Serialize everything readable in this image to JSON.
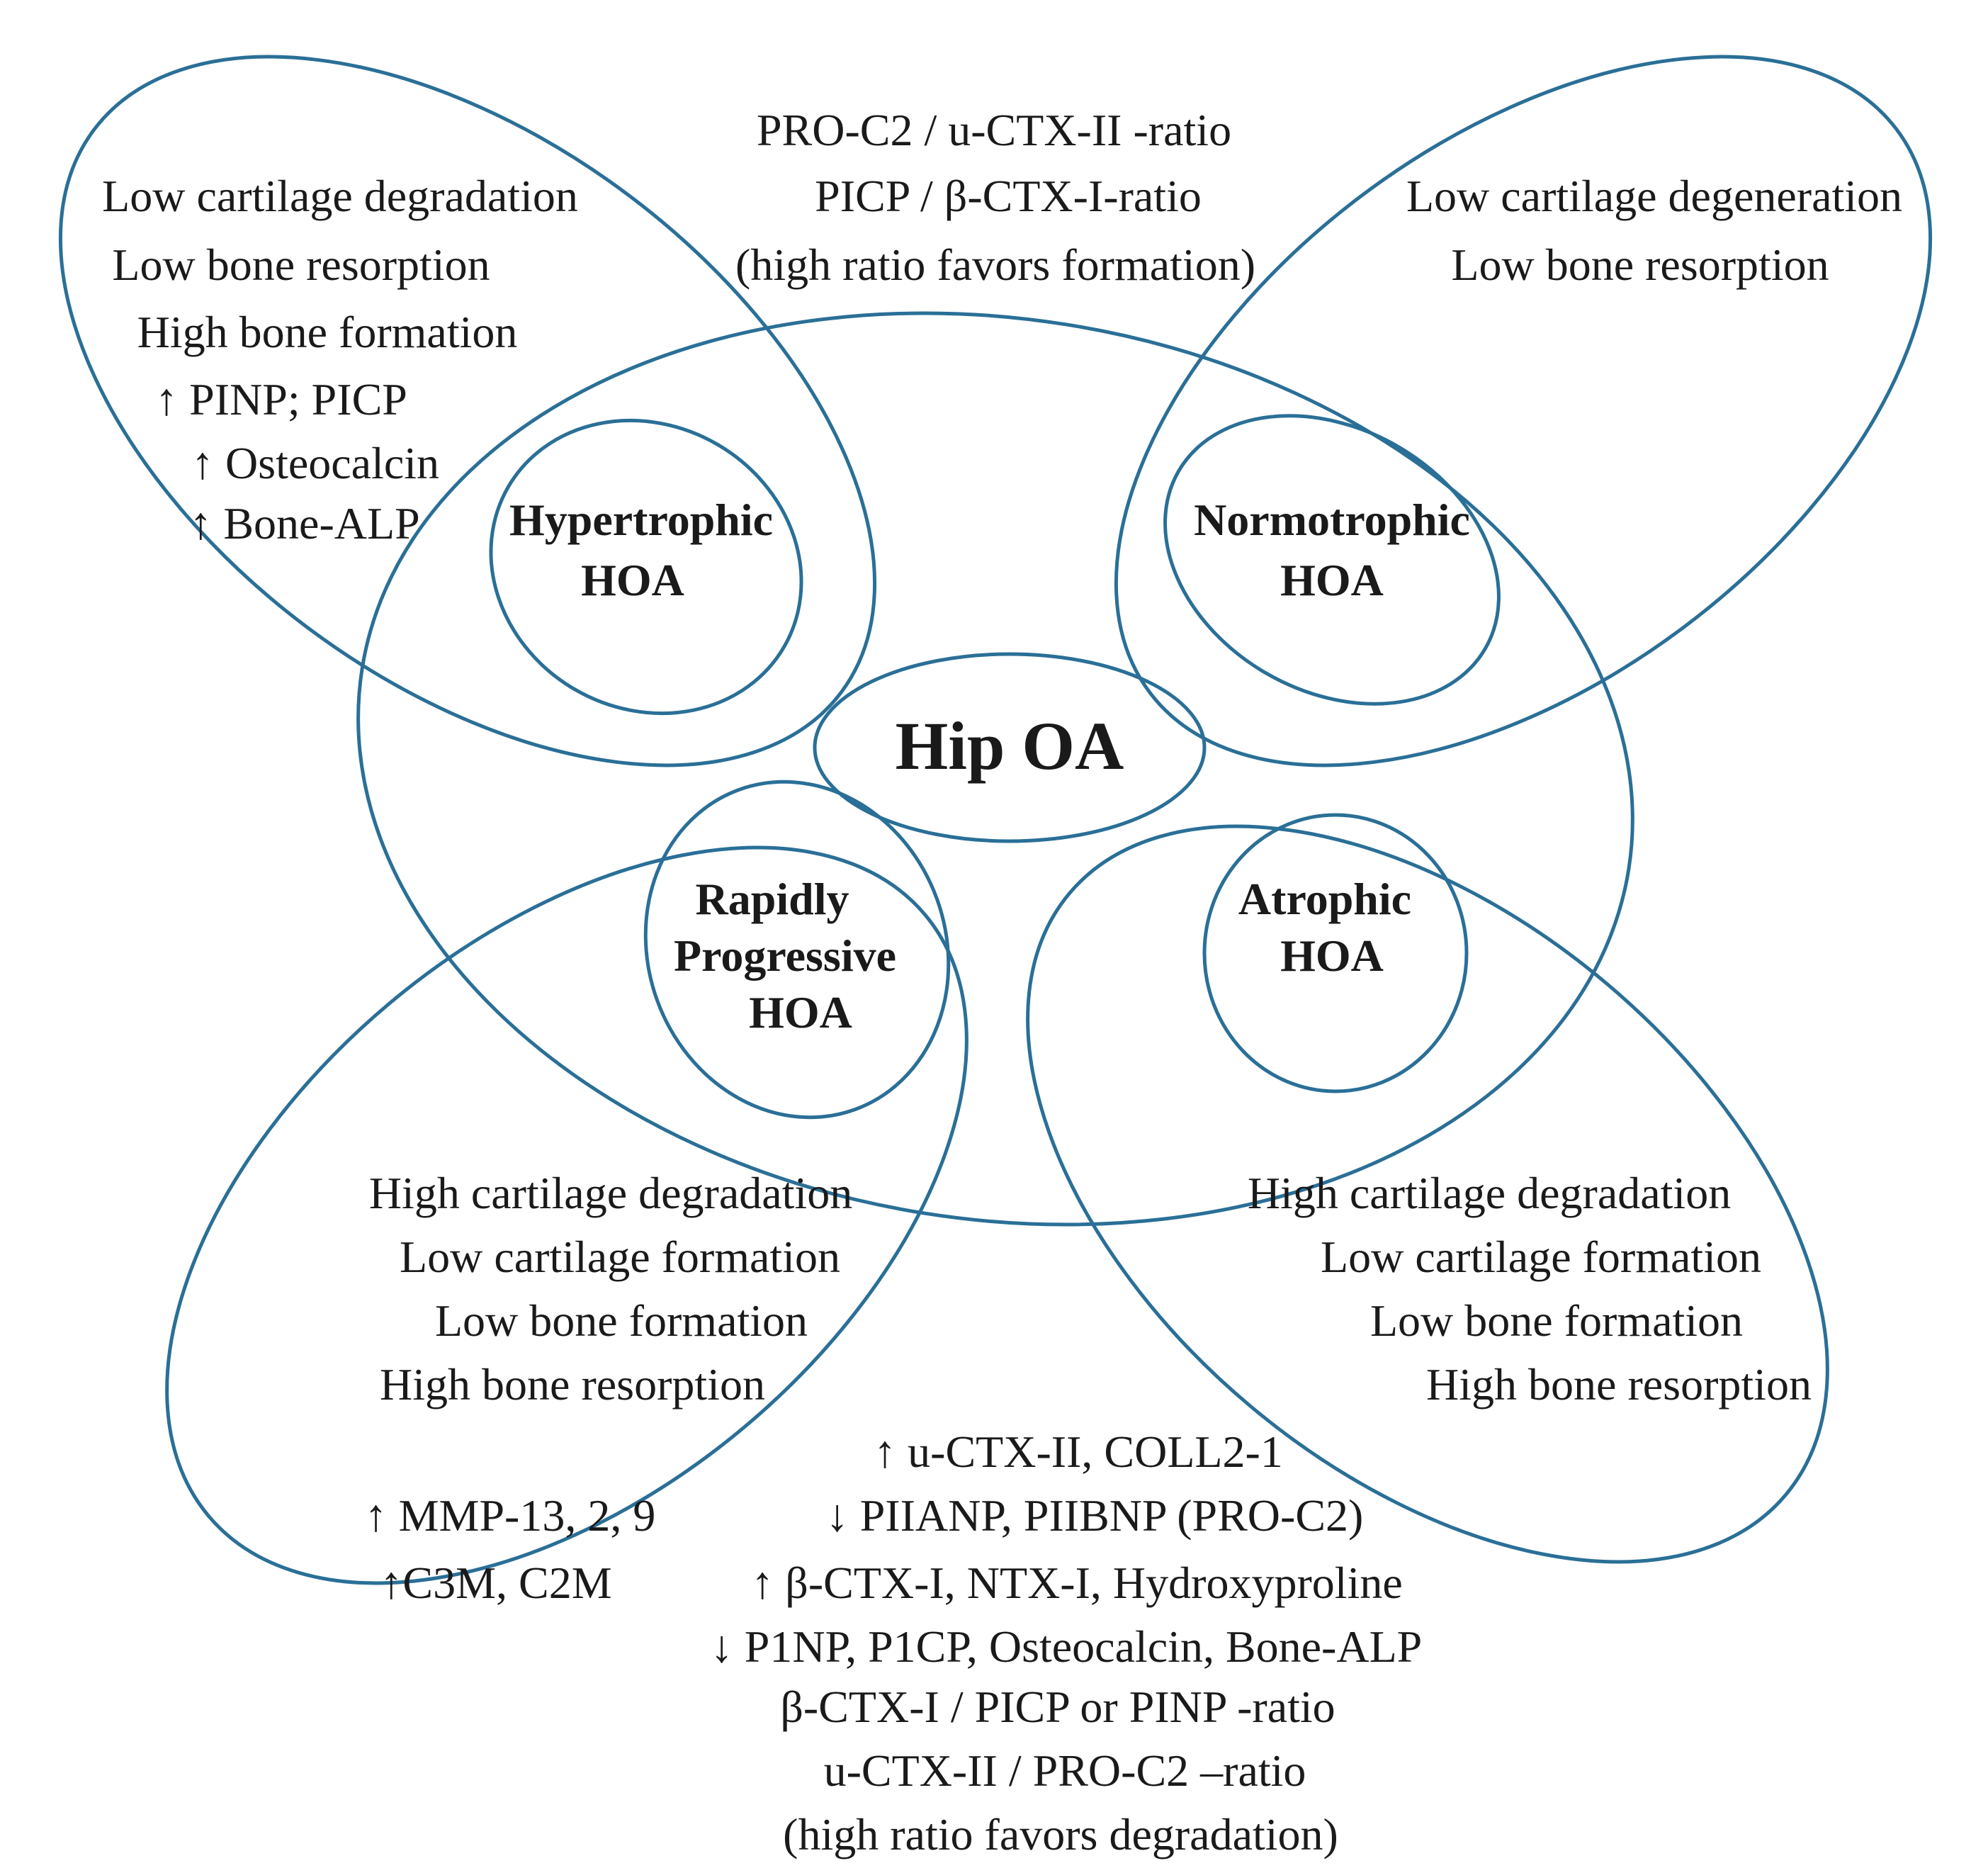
{
  "colors": {
    "outline": "#2a6f97",
    "text": "#1a1a1a",
    "background": "#ffffff"
  },
  "center_label": "Hip OA",
  "subtypes": {
    "hypertrophic": [
      "Hypertrophic",
      "HOA"
    ],
    "normotrophic": [
      "Normotrophic",
      "HOA"
    ],
    "rapidly_progressive": [
      "Rapidly",
      "Progressive",
      "HOA"
    ],
    "atrophic": [
      "Atrophic",
      "HOA"
    ]
  },
  "top_left_notes": [
    "Low cartilage degradation",
    "Low bone resorption",
    "High bone formation",
    "↑ PINP; PICP",
    "↑ Osteocalcin",
    "↑ Bone-ALP"
  ],
  "top_center_notes": [
    "PRO-C2 / u-CTX-II -ratio",
    "PICP / β-CTX-I-ratio",
    "(high ratio favors formation)"
  ],
  "top_right_notes": [
    "Low cartilage degeneration",
    "Low bone resorption"
  ],
  "bottom_left_notes": [
    "High cartilage degradation",
    "Low cartilage formation",
    "Low bone formation",
    "High bone resorption"
  ],
  "bottom_left_markers": [
    "↑ MMP-13, 2, 9",
    "↑C3M, C2M"
  ],
  "bottom_right_notes": [
    "High cartilage degradation",
    "Low cartilage formation",
    "Low bone formation",
    "High bone resorption"
  ],
  "bottom_center_notes": [
    "↑ u-CTX-II, COLL2-1",
    "↓ PIIANP, PIIBNP (PRO-C2)",
    "↑ β-CTX-I, NTX-I, Hydroxyproline",
    "↓ P1NP, P1CP, Osteocalcin, Bone-ALP",
    "β-CTX-I / PICP or PINP -ratio",
    "u-CTX-II / PRO-C2 –ratio",
    "(high ratio favors degradation)"
  ]
}
